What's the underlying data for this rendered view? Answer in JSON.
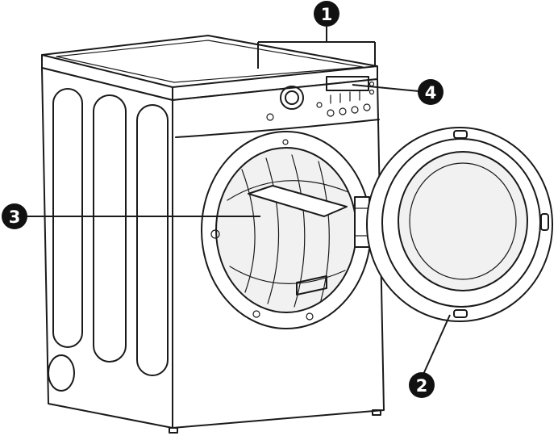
{
  "callouts": [
    {
      "id": "callout-1",
      "label": "1"
    },
    {
      "id": "callout-2",
      "label": "2"
    },
    {
      "id": "callout-3",
      "label": "3"
    },
    {
      "id": "callout-4",
      "label": "4"
    }
  ],
  "colors": {
    "line": "#1a1a1a",
    "callout_fill": "#111111",
    "callout_text": "#ffffff",
    "background": "#ffffff"
  }
}
